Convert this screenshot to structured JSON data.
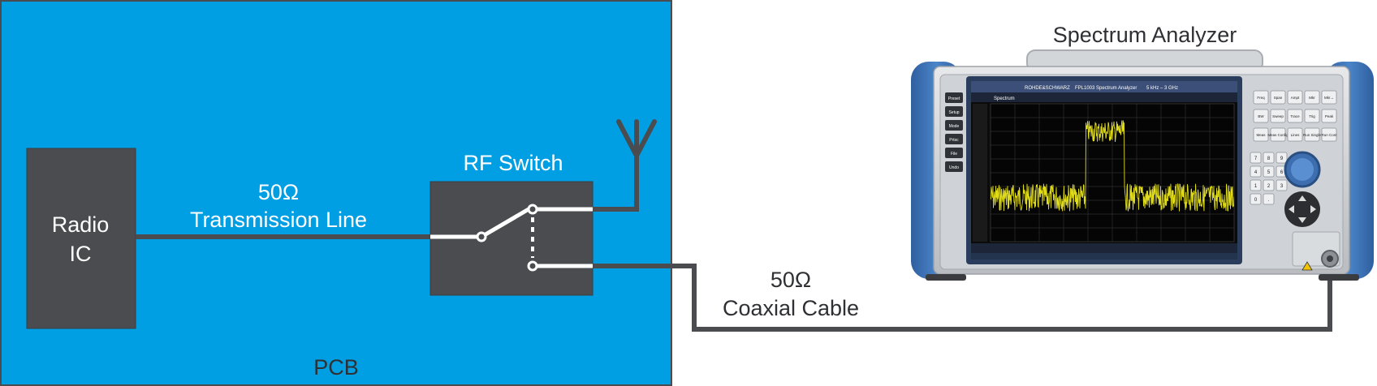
{
  "labels": {
    "pcb": "PCB",
    "radio_ic_line1": "Radio",
    "radio_ic_line2": "IC",
    "tline_line1": "50Ω",
    "tline_line2": "Transmission Line",
    "rf_switch": "RF Switch",
    "coax_line1": "50Ω",
    "coax_line2": "Coaxial Cable",
    "analyzer_title": "Spectrum Analyzer"
  },
  "analyzer": {
    "brand": "ROHDE&SCHWARZ",
    "model": "FPL1003",
    "mode": "Spectrum Analyzer",
    "range": "5 kHz – 3 GHz",
    "tab": "Spectrum",
    "side_keys": [
      "Preset",
      "Setup",
      "Mode",
      "Prtsc",
      "File",
      "Undo"
    ],
    "keypad": [
      "7",
      "8",
      "9",
      "4",
      "5",
      "6",
      "1",
      "2",
      "3",
      "0",
      "."
    ],
    "function_keys": [
      "Freq",
      "Span",
      "Ampt",
      "Mkr",
      "Mkr→",
      "BW",
      "Sweep",
      "Trace",
      "Trig",
      "Peak",
      "Meas",
      "Meas Config",
      "Lines",
      "Run Single",
      "Run Cont"
    ]
  },
  "colors": {
    "pcb": "#009fe3",
    "component": "#4a4c50",
    "wire": "#55575b",
    "device_blue": "#3a6fb2",
    "device_silver": "#c7cacd",
    "screen_bg": "#0b0b0b",
    "trace": "#e0dc1a"
  }
}
